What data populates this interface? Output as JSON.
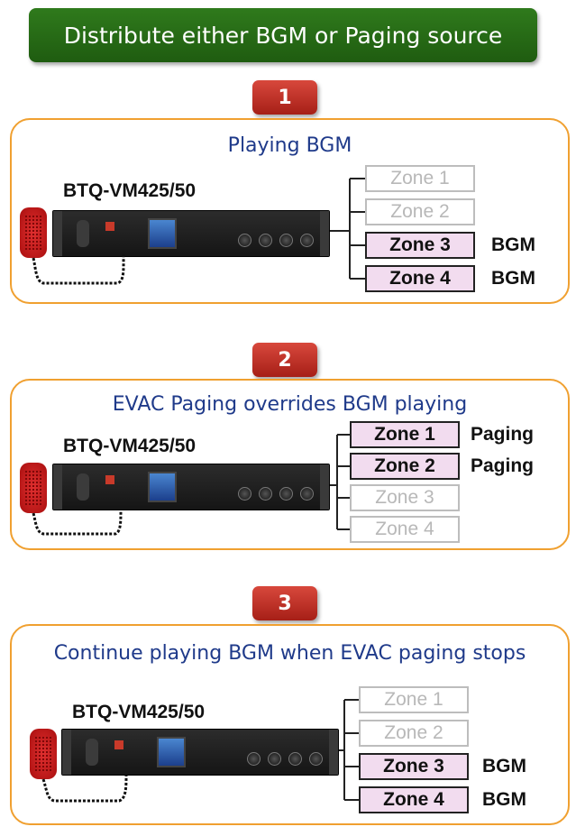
{
  "title": "Distribute either BGM or Paging source",
  "steps": [
    {
      "number": "1",
      "heading": "Playing BGM",
      "model": "BTQ-VM425/50",
      "zones": [
        {
          "label": "Zone 1",
          "active": false,
          "status": ""
        },
        {
          "label": "Zone 2",
          "active": false,
          "status": ""
        },
        {
          "label": "Zone 3",
          "active": true,
          "status": "BGM"
        },
        {
          "label": "Zone 4",
          "active": true,
          "status": "BGM"
        }
      ]
    },
    {
      "number": "2",
      "heading": "EVAC Paging overrides BGM playing",
      "model": "BTQ-VM425/50",
      "zones": [
        {
          "label": "Zone 1",
          "active": true,
          "status": "Paging"
        },
        {
          "label": "Zone 2",
          "active": true,
          "status": "Paging"
        },
        {
          "label": "Zone 3",
          "active": false,
          "status": ""
        },
        {
          "label": "Zone 4",
          "active": false,
          "status": ""
        }
      ]
    },
    {
      "number": "3",
      "heading": "Continue playing BGM when EVAC paging stops",
      "model": "BTQ-VM425/50",
      "zones": [
        {
          "label": "Zone 1",
          "active": false,
          "status": ""
        },
        {
          "label": "Zone 2",
          "active": false,
          "status": ""
        },
        {
          "label": "Zone 3",
          "active": true,
          "status": "BGM"
        },
        {
          "label": "Zone 4",
          "active": true,
          "status": "BGM"
        }
      ]
    }
  ],
  "colors": {
    "title_bg": "#2f7a1c",
    "badge_bg": "#c0322a",
    "panel_border": "#f0a030",
    "heading_text": "#1f3a8a",
    "zone_active_bg": "#f2dcef",
    "zone_inactive_text": "#b8b8b8",
    "mic": "#d42020"
  }
}
